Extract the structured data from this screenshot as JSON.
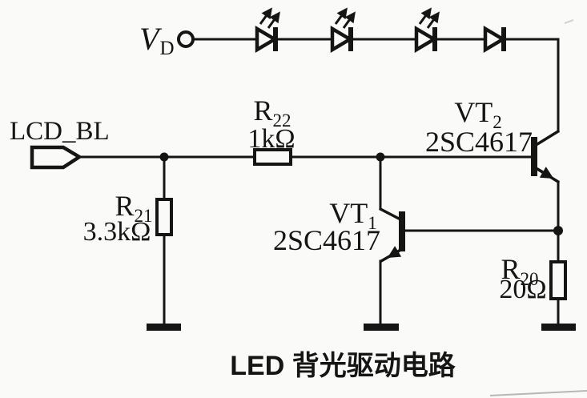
{
  "caption": "LED 背光驱动电路",
  "power_terminal": {
    "ref": "V",
    "sub": "D"
  },
  "input_connector": {
    "label": "LCD_BL"
  },
  "led_chain": {
    "emitting_led_count": 3,
    "plain_diode_count": 1
  },
  "resistors": {
    "r22": {
      "ref": "R",
      "sub": "22",
      "value": "1kΩ"
    },
    "r21": {
      "ref": "R",
      "sub": "21",
      "value": "3.3kΩ"
    },
    "r20": {
      "ref": "R",
      "sub": "20",
      "value": "20Ω"
    }
  },
  "transistors": {
    "vt2": {
      "ref": "VT",
      "sub": "2",
      "part": "2SC4617"
    },
    "vt1": {
      "ref": "VT",
      "sub": "1",
      "part": "2SC4617"
    }
  },
  "colors": {
    "ink": "#151515",
    "paper": "#fafaf8"
  }
}
